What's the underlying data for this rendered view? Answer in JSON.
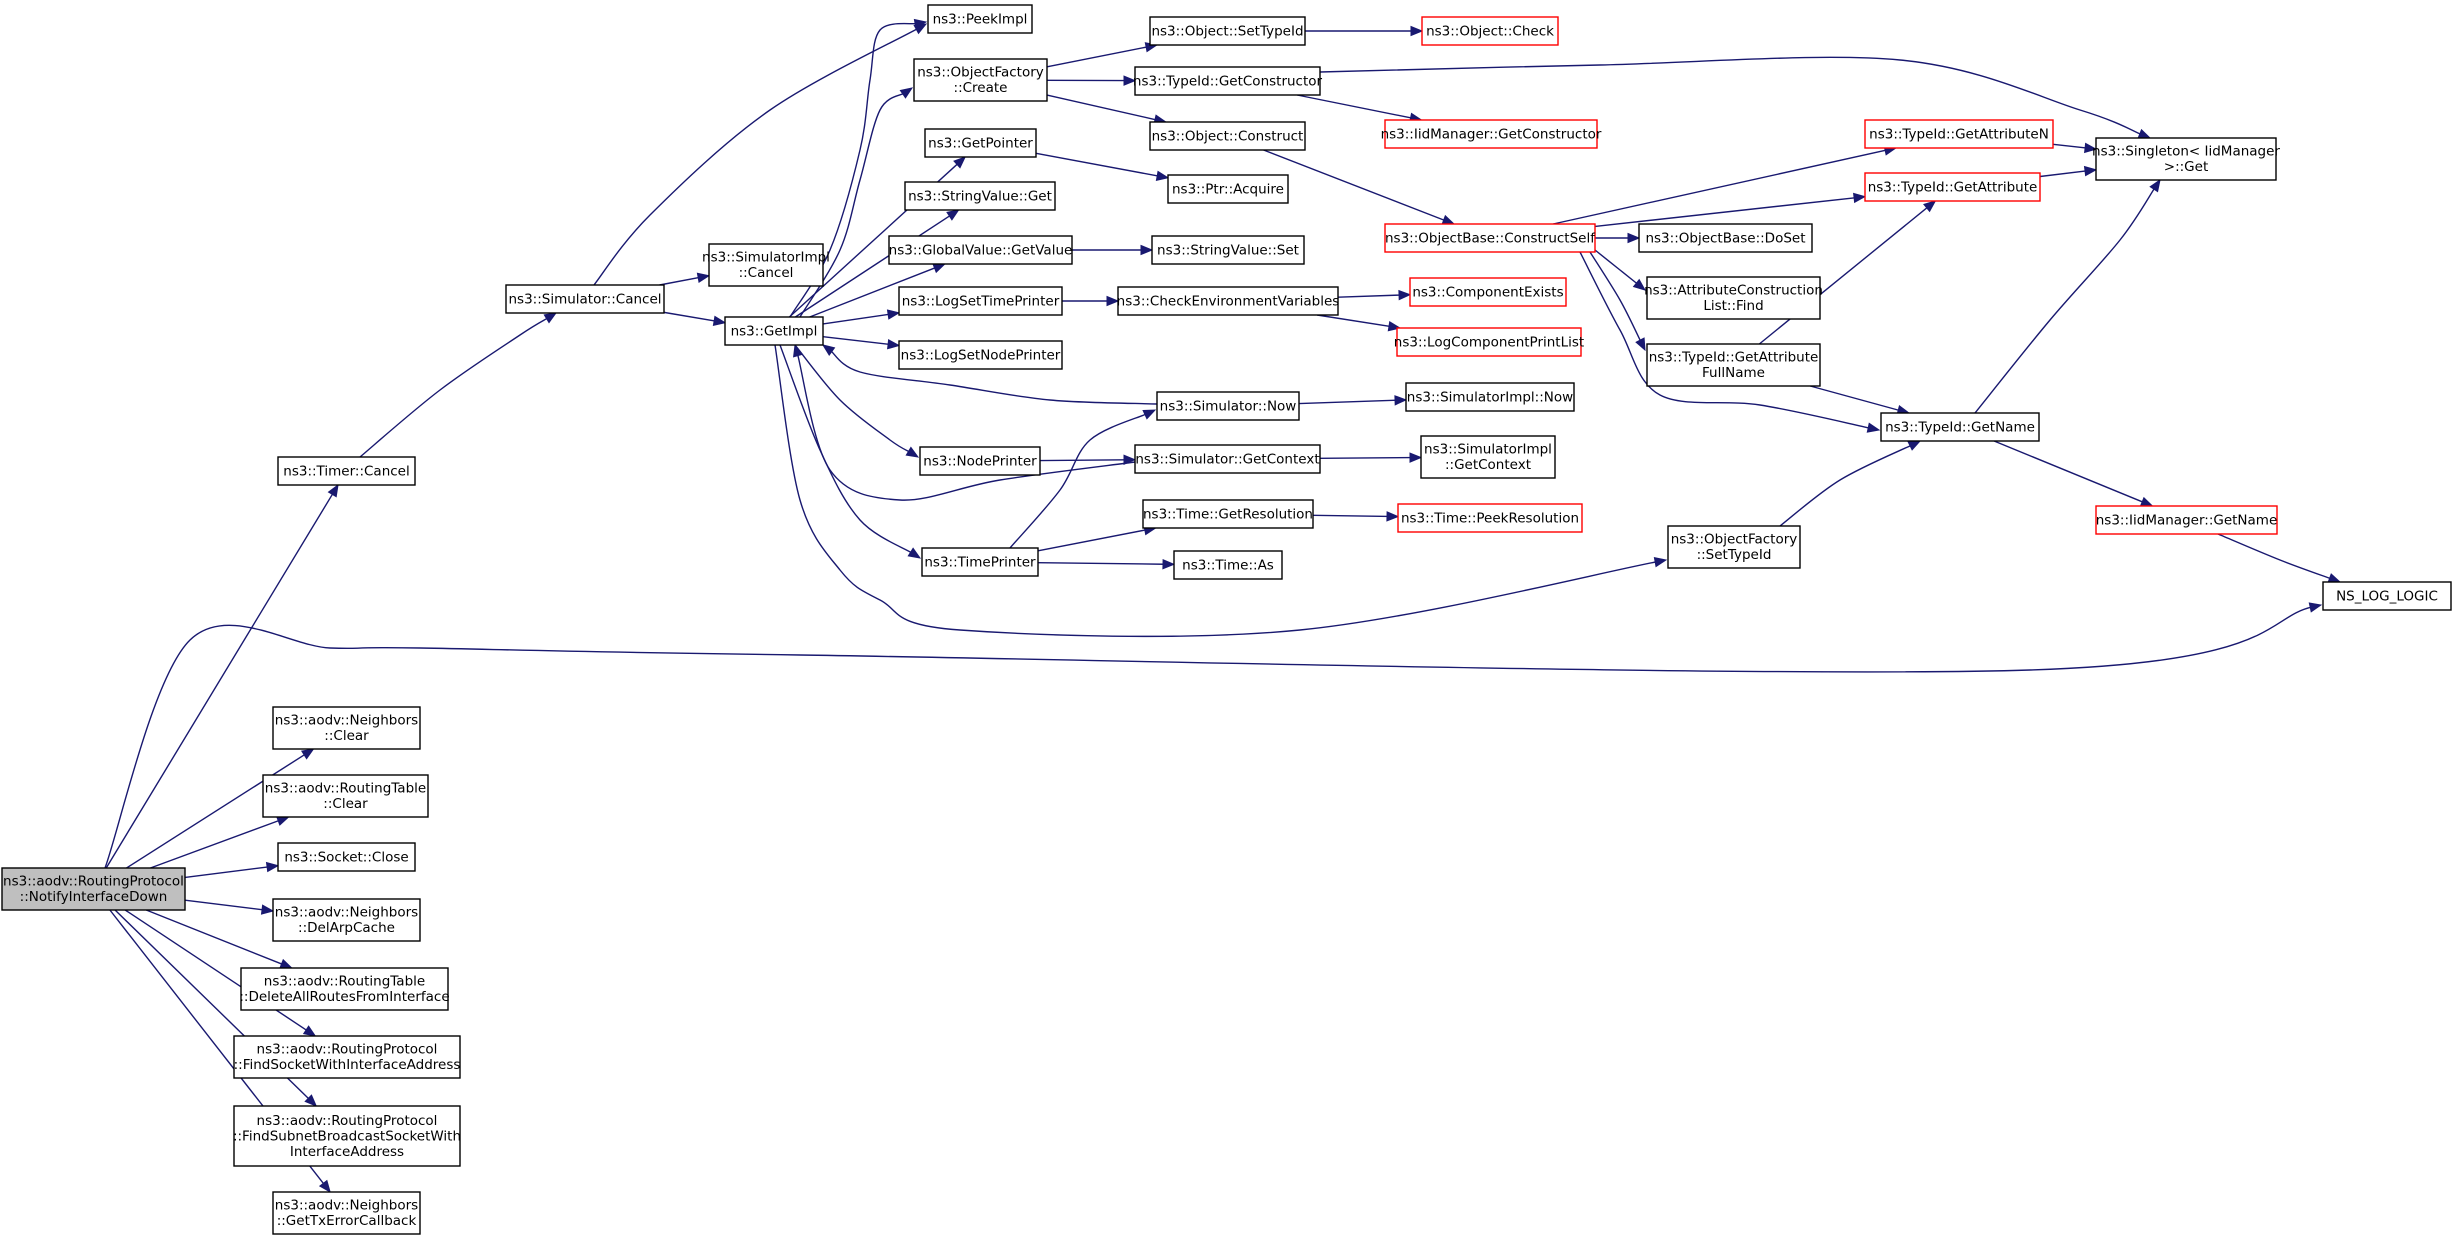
{
  "colors": {
    "edge": "#191970",
    "border_default": "#000000",
    "border_truncated": "#ff0000",
    "fill_root": "#bfbfbf",
    "fill_default": "#ffffff"
  },
  "graph": {
    "root": "root",
    "nodes": [
      {
        "id": "root",
        "lines": [
          "ns3::aodv::RoutingProtocol",
          "::NotifyInterfaceDown"
        ],
        "border": "black",
        "highlight": true
      },
      {
        "id": "timer_cancel",
        "lines": [
          "ns3::Timer::Cancel"
        ],
        "border": "black"
      },
      {
        "id": "sim_cancel",
        "lines": [
          "ns3::Simulator::Cancel"
        ],
        "border": "black"
      },
      {
        "id": "simimpl_cancel",
        "lines": [
          "ns3::SimulatorImpl",
          "::Cancel"
        ],
        "border": "black"
      },
      {
        "id": "getimpl",
        "lines": [
          "ns3::GetImpl"
        ],
        "border": "black"
      },
      {
        "id": "peekimpl",
        "lines": [
          "ns3::PeekImpl"
        ],
        "border": "black"
      },
      {
        "id": "objfactory_create",
        "lines": [
          "ns3::ObjectFactory",
          "::Create"
        ],
        "border": "black"
      },
      {
        "id": "getpointer",
        "lines": [
          "ns3::GetPointer"
        ],
        "border": "black"
      },
      {
        "id": "stringvalue_get",
        "lines": [
          "ns3::StringValue::Get"
        ],
        "border": "black"
      },
      {
        "id": "globalvalue_getvalue",
        "lines": [
          "ns3::GlobalValue::GetValue"
        ],
        "border": "black"
      },
      {
        "id": "logsettimeprinter",
        "lines": [
          "ns3::LogSetTimePrinter"
        ],
        "border": "black"
      },
      {
        "id": "logsetnodeprinter",
        "lines": [
          "ns3::LogSetNodePrinter"
        ],
        "border": "black"
      },
      {
        "id": "nodeprinter",
        "lines": [
          "ns3::NodePrinter"
        ],
        "border": "black"
      },
      {
        "id": "timeprinter",
        "lines": [
          "ns3::TimePrinter"
        ],
        "border": "black"
      },
      {
        "id": "object_settypeid",
        "lines": [
          "ns3::Object::SetTypeId"
        ],
        "border": "black"
      },
      {
        "id": "object_check",
        "lines": [
          "ns3::Object::Check"
        ],
        "border": "red"
      },
      {
        "id": "typeid_getconstructor",
        "lines": [
          "ns3::TypeId::GetConstructor"
        ],
        "border": "black"
      },
      {
        "id": "iidmanager_getconstructor",
        "lines": [
          "ns3::IidManager::GetConstructor"
        ],
        "border": "red"
      },
      {
        "id": "object_construct",
        "lines": [
          "ns3::Object::Construct"
        ],
        "border": "black"
      },
      {
        "id": "ptr_acquire",
        "lines": [
          "ns3::Ptr::Acquire"
        ],
        "border": "black"
      },
      {
        "id": "stringvalue_set",
        "lines": [
          "ns3::StringValue::Set"
        ],
        "border": "black"
      },
      {
        "id": "checkenv",
        "lines": [
          "ns3::CheckEnvironmentVariables"
        ],
        "border": "black"
      },
      {
        "id": "componentexists",
        "lines": [
          "ns3::ComponentExists"
        ],
        "border": "red"
      },
      {
        "id": "logcomponentprintlist",
        "lines": [
          "ns3::LogComponentPrintList"
        ],
        "border": "red"
      },
      {
        "id": "simulator_now",
        "lines": [
          "ns3::Simulator::Now"
        ],
        "border": "black"
      },
      {
        "id": "simimpl_now",
        "lines": [
          "ns3::SimulatorImpl::Now"
        ],
        "border": "black"
      },
      {
        "id": "simulator_getcontext",
        "lines": [
          "ns3::Simulator::GetContext"
        ],
        "border": "black"
      },
      {
        "id": "simimpl_getcontext",
        "lines": [
          "ns3::SimulatorImpl",
          "::GetContext"
        ],
        "border": "black"
      },
      {
        "id": "time_getresolution",
        "lines": [
          "ns3::Time::GetResolution"
        ],
        "border": "black"
      },
      {
        "id": "time_peekresolution",
        "lines": [
          "ns3::Time::PeekResolution"
        ],
        "border": "red"
      },
      {
        "id": "time_as",
        "lines": [
          "ns3::Time::As"
        ],
        "border": "black"
      },
      {
        "id": "objectbase_constructself",
        "lines": [
          "ns3::ObjectBase::ConstructSelf"
        ],
        "border": "red"
      },
      {
        "id": "objectbase_doset",
        "lines": [
          "ns3::ObjectBase::DoSet"
        ],
        "border": "black"
      },
      {
        "id": "attrconstructionlist_find",
        "lines": [
          "ns3::AttributeConstruction",
          "List::Find"
        ],
        "border": "black"
      },
      {
        "id": "typeid_getattributefullname",
        "lines": [
          "ns3::TypeId::GetAttribute",
          "FullName"
        ],
        "border": "black"
      },
      {
        "id": "typeid_getattributen",
        "lines": [
          "ns3::TypeId::GetAttributeN"
        ],
        "border": "red"
      },
      {
        "id": "typeid_getattribute",
        "lines": [
          "ns3::TypeId::GetAttribute"
        ],
        "border": "red"
      },
      {
        "id": "singleton_get",
        "lines": [
          "ns3::Singleton< IidManager",
          " >::Get"
        ],
        "border": "black"
      },
      {
        "id": "typeid_getname",
        "lines": [
          "ns3::TypeId::GetName"
        ],
        "border": "black"
      },
      {
        "id": "iidmanager_getname",
        "lines": [
          "ns3::IidManager::GetName"
        ],
        "border": "red"
      },
      {
        "id": "objfactory_settypeid",
        "lines": [
          "ns3::ObjectFactory",
          "::SetTypeId"
        ],
        "border": "black"
      },
      {
        "id": "ns_log_logic",
        "lines": [
          "NS_LOG_LOGIC"
        ],
        "border": "black"
      },
      {
        "id": "neighbors_clear",
        "lines": [
          "ns3::aodv::Neighbors",
          "::Clear"
        ],
        "border": "black"
      },
      {
        "id": "routingtable_clear",
        "lines": [
          "ns3::aodv::RoutingTable",
          "::Clear"
        ],
        "border": "black"
      },
      {
        "id": "socket_close",
        "lines": [
          "ns3::Socket::Close"
        ],
        "border": "black"
      },
      {
        "id": "neighbors_delarpcache",
        "lines": [
          "ns3::aodv::Neighbors",
          "::DelArpCache"
        ],
        "border": "black"
      },
      {
        "id": "routingtable_deleteall",
        "lines": [
          "ns3::aodv::RoutingTable",
          "::DeleteAllRoutesFromInterface"
        ],
        "border": "black"
      },
      {
        "id": "rp_findsocket",
        "lines": [
          "ns3::aodv::RoutingProtocol",
          "::FindSocketWithInterfaceAddress"
        ],
        "border": "black"
      },
      {
        "id": "rp_findsubnet",
        "lines": [
          "ns3::aodv::RoutingProtocol",
          "::FindSubnetBroadcastSocketWith",
          "InterfaceAddress"
        ],
        "border": "black"
      },
      {
        "id": "neighbors_gettxerror",
        "lines": [
          "ns3::aodv::Neighbors",
          "::GetTxErrorCallback"
        ],
        "border": "black"
      }
    ],
    "edges": [
      {
        "from": "root",
        "to": "timer_cancel"
      },
      {
        "from": "root",
        "to": "ns_log_logic"
      },
      {
        "from": "root",
        "to": "neighbors_clear"
      },
      {
        "from": "root",
        "to": "routingtable_clear"
      },
      {
        "from": "root",
        "to": "socket_close"
      },
      {
        "from": "root",
        "to": "neighbors_delarpcache"
      },
      {
        "from": "root",
        "to": "routingtable_deleteall"
      },
      {
        "from": "root",
        "to": "rp_findsocket"
      },
      {
        "from": "root",
        "to": "rp_findsubnet"
      },
      {
        "from": "root",
        "to": "neighbors_gettxerror"
      },
      {
        "from": "timer_cancel",
        "to": "sim_cancel"
      },
      {
        "from": "sim_cancel",
        "to": "peekimpl"
      },
      {
        "from": "sim_cancel",
        "to": "simimpl_cancel"
      },
      {
        "from": "sim_cancel",
        "to": "getimpl"
      },
      {
        "from": "getimpl",
        "to": "peekimpl"
      },
      {
        "from": "getimpl",
        "to": "objfactory_create"
      },
      {
        "from": "getimpl",
        "to": "getpointer"
      },
      {
        "from": "getimpl",
        "to": "stringvalue_get"
      },
      {
        "from": "getimpl",
        "to": "globalvalue_getvalue"
      },
      {
        "from": "getimpl",
        "to": "logsettimeprinter"
      },
      {
        "from": "getimpl",
        "to": "logsetnodeprinter"
      },
      {
        "from": "getimpl",
        "to": "nodeprinter"
      },
      {
        "from": "getimpl",
        "to": "timeprinter"
      },
      {
        "from": "getimpl",
        "to": "objfactory_settypeid"
      },
      {
        "from": "objfactory_create",
        "to": "object_settypeid"
      },
      {
        "from": "objfactory_create",
        "to": "typeid_getconstructor"
      },
      {
        "from": "objfactory_create",
        "to": "object_construct"
      },
      {
        "from": "object_settypeid",
        "to": "object_check"
      },
      {
        "from": "typeid_getconstructor",
        "to": "iidmanager_getconstructor"
      },
      {
        "from": "typeid_getconstructor",
        "to": "singleton_get"
      },
      {
        "from": "object_construct",
        "to": "objectbase_constructself"
      },
      {
        "from": "getpointer",
        "to": "ptr_acquire"
      },
      {
        "from": "globalvalue_getvalue",
        "to": "stringvalue_set"
      },
      {
        "from": "logsettimeprinter",
        "to": "checkenv"
      },
      {
        "from": "checkenv",
        "to": "componentexists"
      },
      {
        "from": "checkenv",
        "to": "logcomponentprintlist"
      },
      {
        "from": "simulator_now",
        "to": "getimpl"
      },
      {
        "from": "simulator_now",
        "to": "simimpl_now"
      },
      {
        "from": "nodeprinter",
        "to": "simulator_getcontext"
      },
      {
        "from": "simulator_getcontext",
        "to": "getimpl"
      },
      {
        "from": "simulator_getcontext",
        "to": "simimpl_getcontext"
      },
      {
        "from": "timeprinter",
        "to": "simulator_now"
      },
      {
        "from": "timeprinter",
        "to": "time_getresolution"
      },
      {
        "from": "timeprinter",
        "to": "time_as"
      },
      {
        "from": "time_getresolution",
        "to": "time_peekresolution"
      },
      {
        "from": "objectbase_constructself",
        "to": "typeid_getattributen"
      },
      {
        "from": "objectbase_constructself",
        "to": "typeid_getattribute"
      },
      {
        "from": "objectbase_constructself",
        "to": "objectbase_doset"
      },
      {
        "from": "objectbase_constructself",
        "to": "attrconstructionlist_find"
      },
      {
        "from": "objectbase_constructself",
        "to": "typeid_getattributefullname"
      },
      {
        "from": "objectbase_constructself",
        "to": "typeid_getname"
      },
      {
        "from": "typeid_getattributen",
        "to": "singleton_get"
      },
      {
        "from": "typeid_getattribute",
        "to": "singleton_get"
      },
      {
        "from": "typeid_getattributefullname",
        "to": "typeid_getattribute"
      },
      {
        "from": "typeid_getattributefullname",
        "to": "typeid_getname"
      },
      {
        "from": "typeid_getname",
        "to": "singleton_get"
      },
      {
        "from": "typeid_getname",
        "to": "iidmanager_getname"
      },
      {
        "from": "iidmanager_getname",
        "to": "ns_log_logic"
      },
      {
        "from": "objfactory_settypeid",
        "to": "typeid_getname"
      }
    ]
  }
}
